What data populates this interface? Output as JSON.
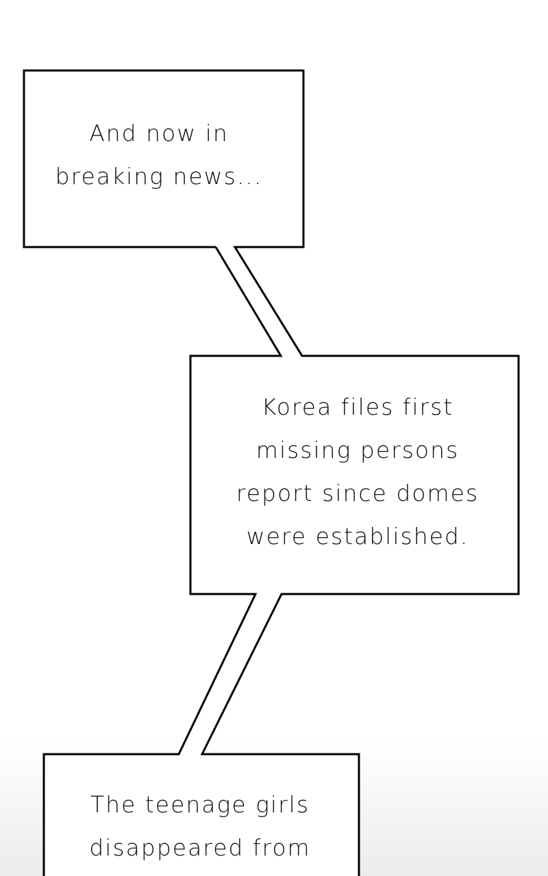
{
  "bubbles": [
    {
      "lines": [
        "And now in",
        "breaking news..."
      ]
    },
    {
      "lines": [
        "Korea files first",
        "missing persons",
        "report since domes",
        "were established."
      ]
    },
    {
      "lines": [
        "The teenage girls",
        "disappeared from"
      ]
    }
  ]
}
